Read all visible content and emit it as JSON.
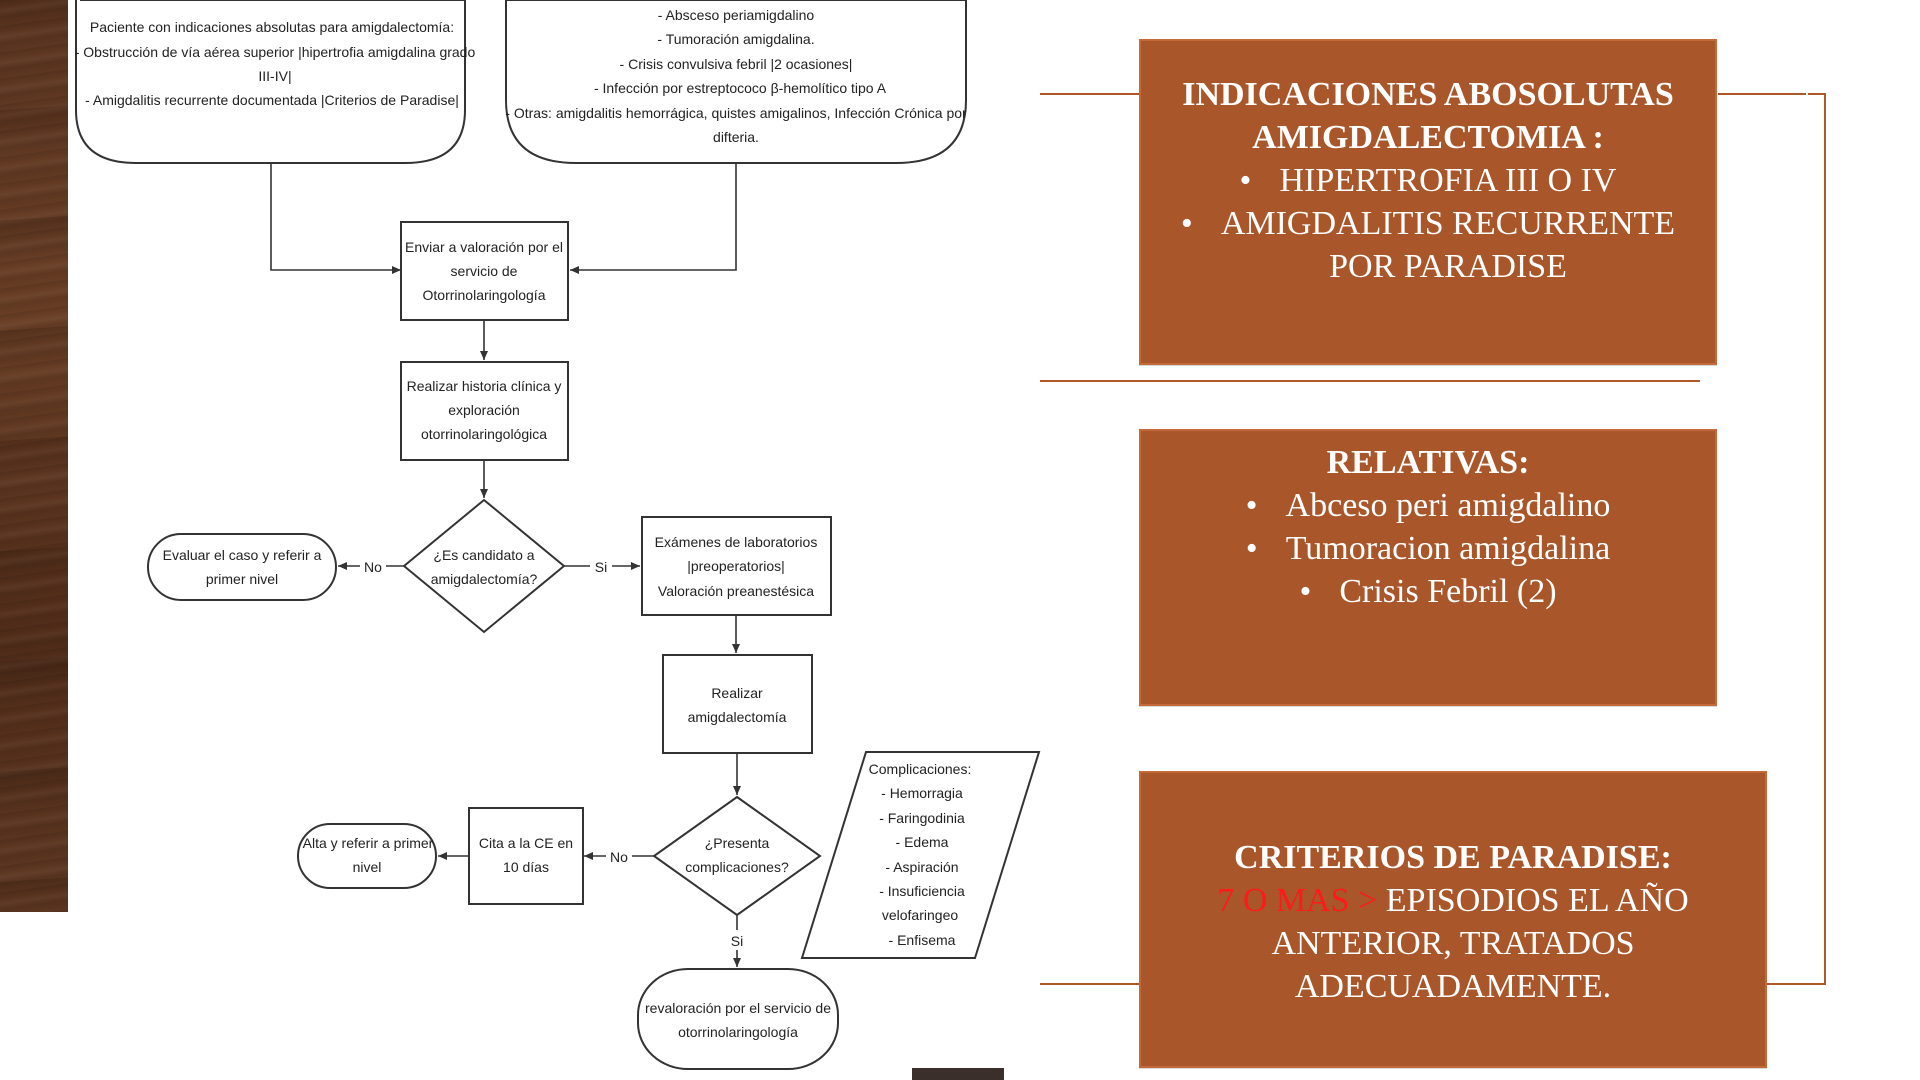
{
  "flowchart": {
    "box_absolutas": {
      "lines": [
        "Paciente con indicaciones absolutas para amigdalectomía:",
        "- Obstrucción de vía aérea superior  |hipertrofia amigdalina grado",
        "III-IV|",
        "- Amigdalitis recurrente documentada |Criterios de Paradise|"
      ]
    },
    "box_relativas": {
      "lines": [
        "- Absceso periamigdalino",
        "- Tumoración amigdalina.",
        "- Crisis convulsiva febril |2 ocasiones|",
        "- Infección por estreptococo β-hemolítico tipo A",
        "- Otras: amigdalitis hemorrágica, quistes amigalinos, Infección Crónica por",
        "difteria."
      ]
    },
    "enviar": [
      "Enviar a valoración por el",
      "servicio de",
      "Otorrinolaringología"
    ],
    "historia": [
      "Realizar historia clínica y",
      "exploración",
      "otorrinolaringológica"
    ],
    "decision_candidato": [
      "¿Es candidato a",
      "amigdalectomía?"
    ],
    "evaluar": [
      "Evaluar el caso y referir a",
      "primer nivel"
    ],
    "examenes": [
      "Exámenes de laboratorios",
      "|preoperatorios|",
      "Valoración preanestésica"
    ],
    "realizar": [
      "Realizar",
      "amigdalectomía"
    ],
    "decision_complicaciones": [
      "¿Presenta",
      "complicaciones?"
    ],
    "complicaciones": [
      "Complicaciones:",
      "- Hemorragia",
      "- Faringodinia",
      "- Edema",
      "- Aspiración",
      "- Insuficiencia",
      "velofaringeo",
      "- Enfisema"
    ],
    "cita": [
      "Cita a la CE en",
      "10 días"
    ],
    "alta": [
      "Alta y referir a  primer",
      "nivel"
    ],
    "revaloracion": [
      "revaloración por el servicio de",
      "otorrinolaringología"
    ],
    "label_no": "No",
    "label_si": "Si"
  },
  "cards": {
    "absolutas": {
      "title_1": "INDICACIONES ABOSOLUTAS",
      "title_2": "AMIGDALECTOMIA :",
      "bullet": "•",
      "items": [
        "HIPERTROFIA III O IV",
        "AMIGDALITIS RECURRENTE",
        "POR PARADISE"
      ]
    },
    "relativas": {
      "title": "RELATIVAS:",
      "bullet": "•",
      "items": [
        "Abceso peri amigdalino",
        "Tumoracion amigdalina",
        "Crisis Febril (2)"
      ]
    },
    "paradise": {
      "title": "CRITERIOS DE PARADISE:",
      "highlight": "7 O MAS >",
      "line_1_rest": " EPISODIOS EL AÑO",
      "line_2": "ANTERIOR, TRATADOS",
      "line_3": "ADECUADAMENTE."
    }
  },
  "colors": {
    "card_bg": "#a8562a",
    "accent_line": "#b0582a",
    "highlight": "#ff1a1a"
  }
}
